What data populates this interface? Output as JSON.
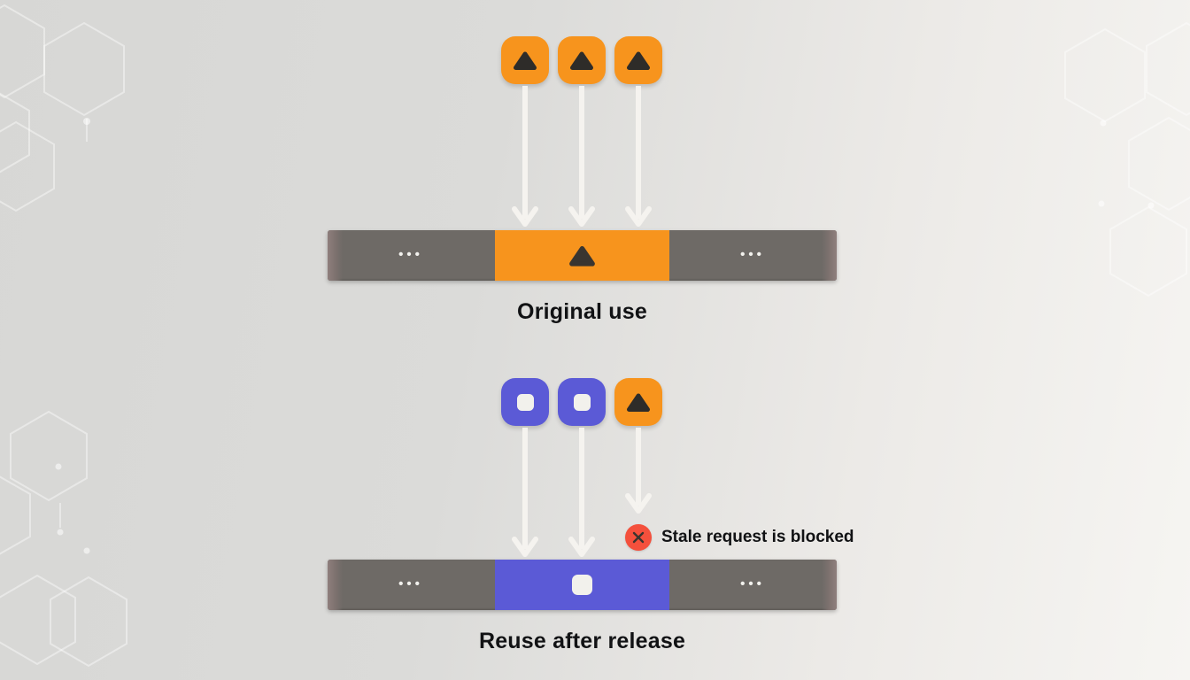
{
  "colors": {
    "orange": "#f7941d",
    "indigo": "#5b5ad6",
    "bar_gray": "#6e6a66",
    "bar_cap": "#8f7f7d",
    "arrow_white": "#f5f3ef",
    "blocked_red": "#f4503c",
    "glyph_dark": "#2e2c29",
    "text_dark": "#111214",
    "background_from": "#d7d7d5",
    "background_to": "#f6f5f2"
  },
  "diagrams": [
    {
      "id": "original-use",
      "label": "Original use",
      "requests": [
        "triangle",
        "triangle",
        "triangle"
      ],
      "memory_bar": {
        "left_ellipsis": "•••",
        "right_ellipsis": "•••",
        "slot": "triangle"
      }
    },
    {
      "id": "reuse-after-release",
      "label": "Reuse after release",
      "requests": [
        "square",
        "square",
        "triangle"
      ],
      "annotation": "Stale request is blocked",
      "memory_bar": {
        "left_ellipsis": "•••",
        "right_ellipsis": "•••",
        "slot": "square"
      }
    }
  ]
}
